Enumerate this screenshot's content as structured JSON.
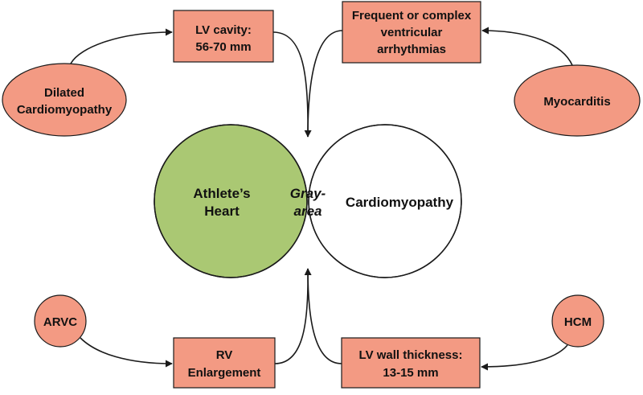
{
  "venn": {
    "left_lines": [
      "Athlete’s",
      "Heart"
    ],
    "right_label": "Cardiomyopathy",
    "overlap_lines": [
      "Gray-",
      "area"
    ]
  },
  "boxes": {
    "lv_cavity": [
      "LV cavity:",
      "56-70 mm"
    ],
    "arrhythmias": [
      "Frequent or complex",
      "ventricular",
      "arrhythmias"
    ],
    "rv_enlargement": [
      "RV",
      "Enlargement"
    ],
    "lv_wall": [
      "LV wall thickness:",
      "13-15 mm"
    ]
  },
  "conditions": {
    "dilated": [
      "Dilated",
      "Cardiomyopathy"
    ],
    "myocarditis": "Myocarditis",
    "arvc": "ARVC",
    "hcm": "HCM"
  },
  "colors": {
    "athlete_fill": "#aac873",
    "overlap_fill": "#c3c3c9",
    "box_fill": "#f39a83",
    "stroke": "#1a1a1a"
  }
}
